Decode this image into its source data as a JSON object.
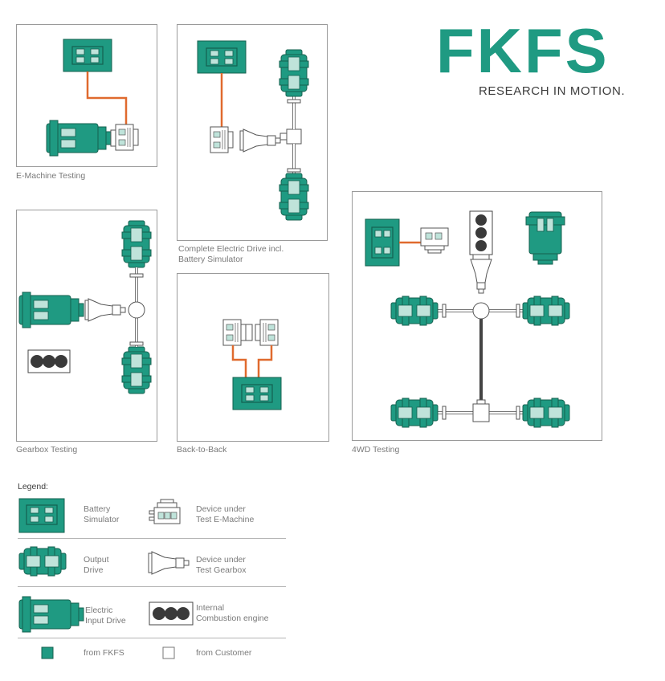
{
  "brand": {
    "logo": "FKFS",
    "tagline": "RESEARCH IN MOTION."
  },
  "panels": {
    "e_machine": "E-Machine Testing",
    "complete_line1": "Complete Electric Drive incl.",
    "complete_line2": "Battery Simulator",
    "gearbox": "Gearbox Testing",
    "back_to_back": "Back-to-Back",
    "four_wd": "4WD Testing"
  },
  "legend": {
    "title": "Legend:",
    "battery_line1": "Battery",
    "battery_line2": "Simulator",
    "dut_em_line1": "Device under",
    "dut_em_line2": "Test E-Machine",
    "output_line1": "Output",
    "output_line2": "Drive",
    "dut_gb_line1": "Device under",
    "dut_gb_line2": "Test Gearbox",
    "input_line1": "Electric",
    "input_line2": "Input Drive",
    "ice_line1": "Internal",
    "ice_line2": "Combustion engine",
    "from_fkfs": "from FKFS",
    "from_customer": "from Customer"
  },
  "colors": {
    "teal": "#1f9a82",
    "teal_dark": "#15604f",
    "orange": "#e06a2e",
    "grey_line": "#9a9a9a"
  }
}
